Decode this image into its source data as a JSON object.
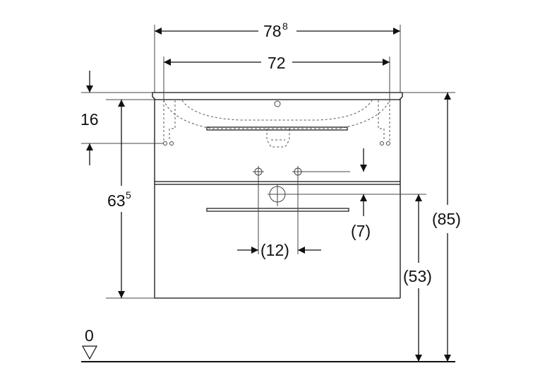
{
  "dimensions": {
    "total_width": {
      "value": "78",
      "sup": "8"
    },
    "inner_width": {
      "value": "72"
    },
    "basin_depth": {
      "value": "16"
    },
    "cabinet_height": {
      "value": "63",
      "sup": "5"
    },
    "total_height": {
      "value": "(85)"
    },
    "drawer_height": {
      "value": "(53)"
    },
    "drain_offset": {
      "value": "(7)"
    },
    "tap_spacing": {
      "value": "(12)"
    },
    "floor_level": {
      "value": "0"
    }
  },
  "colors": {
    "line": "#111111",
    "hidden_line": "#555555",
    "background": "#ffffff"
  }
}
